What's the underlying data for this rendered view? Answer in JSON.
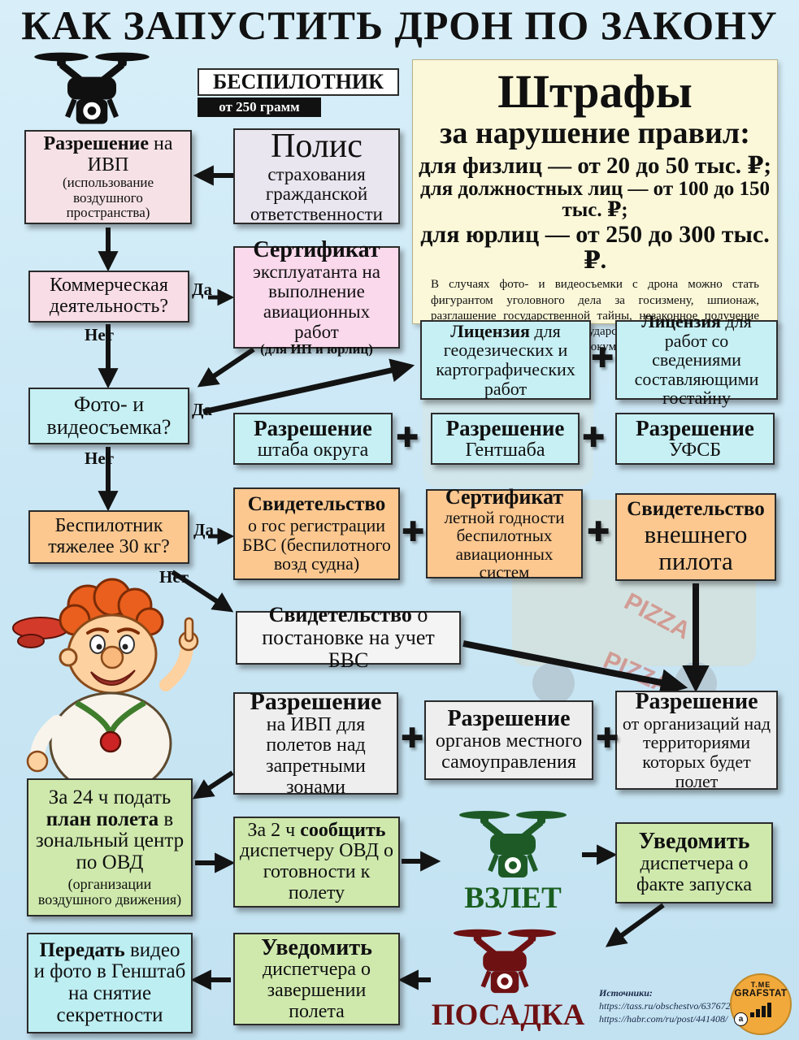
{
  "title": "КАК ЗАПУСТИТЬ ДРОН ПО ЗАКОНУ",
  "symbols": {
    "plus": "✚"
  },
  "colors": {
    "drone_black": "#101010",
    "drone_green": "#1d5a26",
    "drone_red": "#6e1113",
    "takeoff_text": "#1a5e1f",
    "landing_text": "#6e1113"
  },
  "background_decor": {
    "pizza1": "PIZZA",
    "pizza2": "PIZZA"
  },
  "top": {
    "bespilotnik": "БЕСПИЛОТНИК",
    "weight_note": "от 250 грамм",
    "polis": {
      "title": "Полис",
      "body": "страхования гражданской ответственности"
    },
    "ivp": {
      "bold": "Разрешение",
      "rest": " на ИВП",
      "note": "(использование воздушного пространства)"
    }
  },
  "fines": {
    "title": "Штрафы",
    "subtitle": "за нарушение правил:",
    "line1": "для физлиц — от 20 до 50 тыс. ₽;",
    "line2": "для должностных лиц — от 100 до 150 тыс. ₽;",
    "line3": "для юрлиц — от 250 до 300 тыс. ₽.",
    "note": "В случаях фото- и видеосъемки с дрона можно стать фигурантом уголовного дела за госизмену, шпионаж, разглашение государственной тайны, незаконное получение информации, содержащей государственную тайну, нарушение правил обращения с документами, составляющими государственную тайну, и т.д."
  },
  "labels": {
    "yes": "Да",
    "no": "Нет"
  },
  "flow": {
    "commercial": {
      "line1": "Коммерческая",
      "line2": "деятельность?"
    },
    "cert_operator": {
      "bold": "Сертификат",
      "body": "эксплуатанта на выполнение авиационных работ",
      "note": "(для ИП и юрлиц)"
    },
    "photo": {
      "line1": "Фото- и",
      "line2": "видеосъемка?"
    },
    "heavy": {
      "line1": "Беспилотник",
      "line2": "тяжелее 30 кг?"
    },
    "uchet": {
      "bold": "Свидетельство",
      "rest": " о постановке на учет БВС"
    }
  },
  "license_row": [
    {
      "bold": "Лицензия",
      "rest": " для геодезических и картографических работ"
    },
    {
      "bold": "Лицензия",
      "rest": " для работ со сведениями составляющими гостайну"
    }
  ],
  "permission_row": [
    {
      "bold": "Разрешение",
      "rest": "штаба округа"
    },
    {
      "bold": "Разрешение",
      "rest": "Гентшаба"
    },
    {
      "bold": "Разрешение",
      "rest": "УФСБ"
    }
  ],
  "certificate_row": [
    {
      "bold": "Свидетельство",
      "rest": "о гос регистрации БВС (беспилотного возд судна)"
    },
    {
      "bold": "Сертификат",
      "rest": "летной годности беспилотных авиационных систем"
    },
    {
      "bold": "Свидетельство",
      "rest": "внешнего пилота"
    }
  ],
  "final_permissions": [
    {
      "bold": "Разрешение",
      "rest": "на ИВП для полетов над запретными зонами"
    },
    {
      "bold": "Разрешение",
      "rest": "органов местного самоуправления"
    },
    {
      "bold": "Разрешение",
      "rest": "от организаций над территориями которых будет полет"
    }
  ],
  "bottom": {
    "plan": {
      "pre": "За 24 ч подать",
      "bold": "план полета",
      "post": "в зональный центр по ОВД",
      "note": "(организации воздушного движения)"
    },
    "notify2h": {
      "pre": "За 2 ч",
      "bold": "сообщить",
      "post": "диспетчеру ОВД о готовности к полету"
    },
    "vzlet": "ВЗЛЕТ",
    "notify_start": {
      "bold": "Уведомить",
      "rest": "диспетчера о факте запуска"
    },
    "notify_end": {
      "bold": "Уведомить",
      "rest": "диспетчера о завершении полета"
    },
    "posadka": "ПОСАДКА",
    "handover": {
      "bold": "Передать",
      "rest": " видео и фото в Генштаб на снятие секретности"
    }
  },
  "sources": {
    "label": "Источники:",
    "link1": "https://tass.ru/obschestvo/6376723",
    "link2": "https://habr.com/ru/post/441408/"
  },
  "logo": {
    "tme": "T.ME",
    "name": "GRAFSTAT",
    "at": "a"
  }
}
